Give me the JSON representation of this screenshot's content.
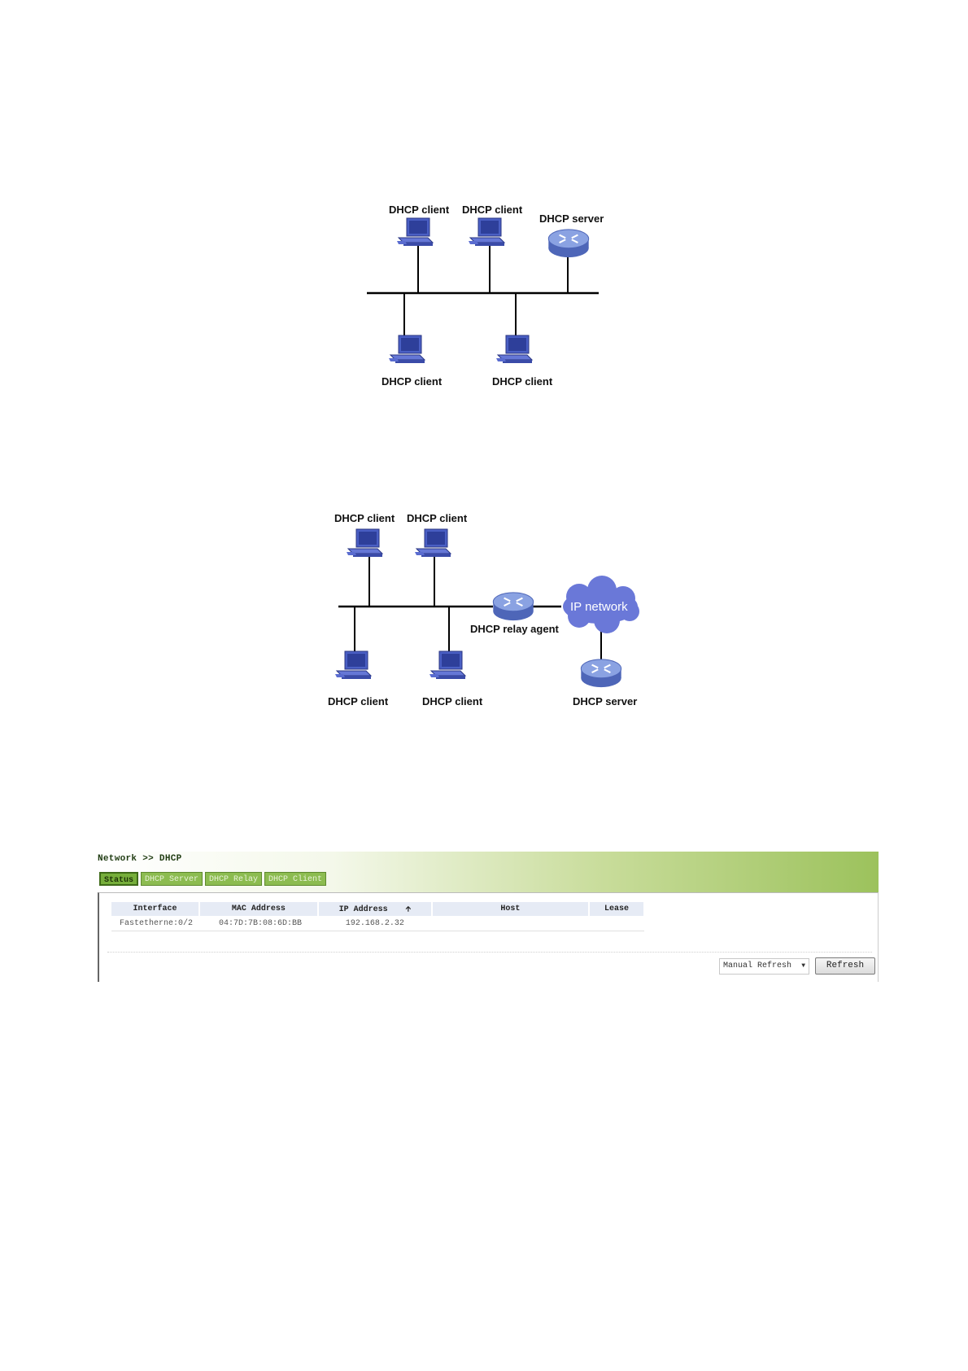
{
  "diagram1": {
    "client_label": "DHCP client",
    "server_label": "DHCP server"
  },
  "diagram2": {
    "client_label": "DHCP client",
    "relay_label": "DHCP relay agent",
    "cloud_label": "IP network",
    "server_label": "DHCP server"
  },
  "screenshot": {
    "breadcrumb": "Network >> DHCP",
    "tabs": [
      {
        "label": "Status"
      },
      {
        "label": "DHCP Server"
      },
      {
        "label": "DHCP Relay"
      },
      {
        "label": "DHCP Client"
      }
    ],
    "table": {
      "headers": [
        "Interface",
        "MAC Address",
        "IP Address",
        "Host",
        "Lease"
      ],
      "rows": [
        [
          "Fastetherne:0/2",
          "04:7D:7B:08:6D:BB",
          "192.168.2.32",
          "",
          ""
        ]
      ]
    },
    "refresh_mode": "Manual Refresh",
    "refresh_button": "Refresh"
  },
  "colors": {
    "device_blue": "#4a5fc4",
    "router_blue": "#7b94d6",
    "cloud_blue": "#6a78d8",
    "header_green": "#9cc25c"
  }
}
